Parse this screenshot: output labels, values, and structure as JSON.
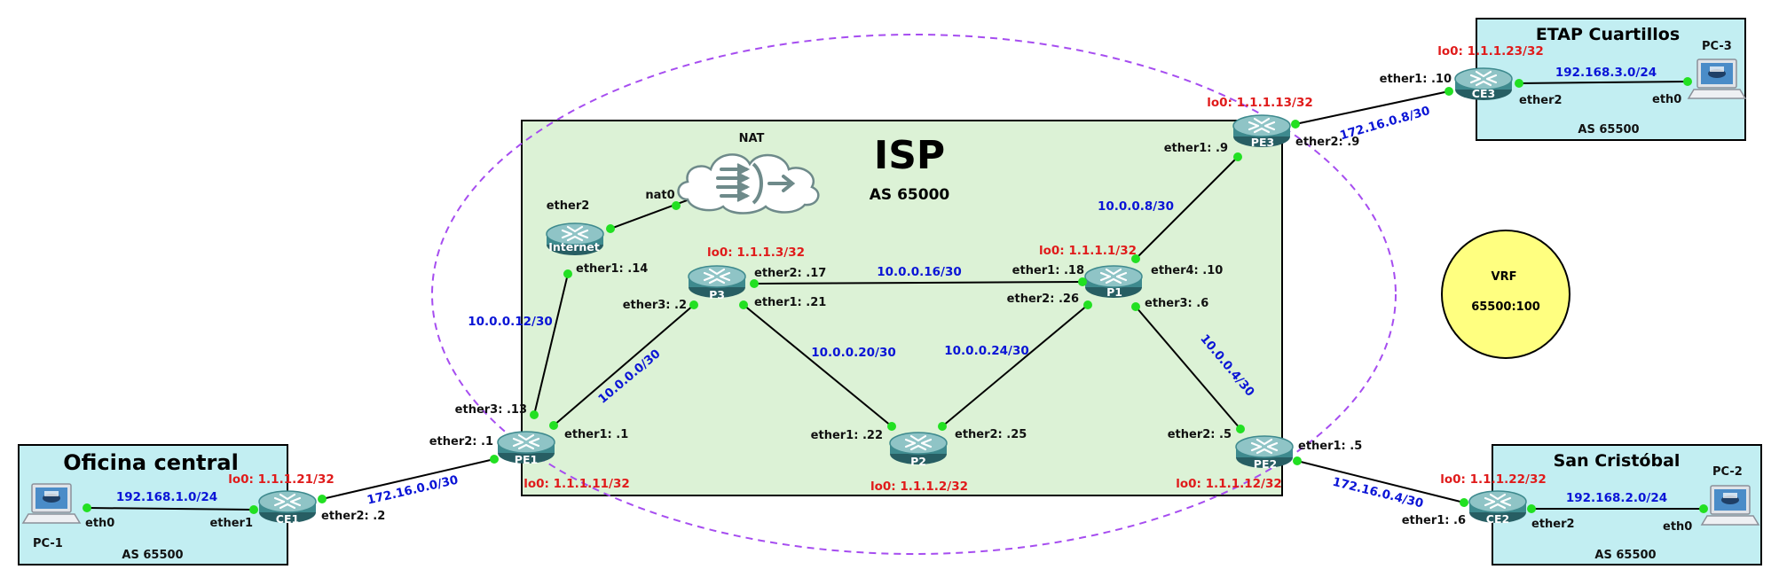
{
  "isp": {
    "title": "ISP",
    "as": "AS 65000"
  },
  "nat": {
    "label": "NAT",
    "iface": "nat0"
  },
  "vrf": {
    "title": "VRF",
    "value": "65500:100"
  },
  "sites": {
    "oficina": {
      "title": "Oficina central",
      "as": "AS 65500",
      "pc": "PC-1",
      "pc_if": "eth0",
      "lan": "192.168.1.0/24"
    },
    "cristobal": {
      "title": "San Cristóbal",
      "as": "AS 65500",
      "pc": "PC-2",
      "pc_if": "eth0",
      "lan": "192.168.2.0/24"
    },
    "cuartillos": {
      "title": "ETAP Cuartillos",
      "as": "AS 65500",
      "pc": "PC-3",
      "pc_if": "eth0",
      "lan": "192.168.3.0/24"
    }
  },
  "routers": {
    "internet": {
      "name": "Internet",
      "if_nat": "ether2",
      "if_pe1": "ether1: .14"
    },
    "p3": {
      "name": "P3",
      "lo": "lo0: 1.1.1.3/32",
      "if_p1": "ether2: .17",
      "if_pe1": "ether3: .2",
      "if_p2": "ether1: .21"
    },
    "p1": {
      "name": "P1",
      "lo": "lo0: 1.1.1.1/32",
      "if_p3": "ether1: .18",
      "if_pe3": "ether4: .10",
      "if_p2": "ether2: .26",
      "if_pe2": "ether3: .6"
    },
    "p2": {
      "name": "P2",
      "lo": "lo0: 1.1.1.2/32",
      "if_p3": "ether1: .22",
      "if_p1": "ether2: .25"
    },
    "pe1": {
      "name": "PE1",
      "lo": "lo0: 1.1.1.11/32",
      "if_internet": "ether3: .13",
      "if_p3": "ether1: .1",
      "if_ce1": "ether2: .1"
    },
    "pe2": {
      "name": "PE2",
      "lo": "lo0: 1.1.1.12/32",
      "if_p1": "ether2: .5",
      "if_ce2": "ether1: .5"
    },
    "pe3": {
      "name": "PE3",
      "lo": "lo0: 1.1.1.13/32",
      "if_p1": "ether1: .9",
      "if_ce3": "ether2: .9"
    },
    "ce1": {
      "name": "CE1",
      "lo": "lo0: 1.1.1.21/32",
      "if_lan": "ether1",
      "if_pe1": "ether2: .2"
    },
    "ce2": {
      "name": "CE2",
      "lo": "lo0: 1.1.1.22/32",
      "if_pe2": "ether1: .6",
      "if_lan": "ether2"
    },
    "ce3": {
      "name": "CE3",
      "lo": "lo0: 1.1.1.23/32",
      "if_pe3": "ether1: .10",
      "if_lan": "ether2"
    }
  },
  "networks": {
    "pe1_internet": "10.0.0.12/30",
    "pe1_p3": "10.0.0.0/30",
    "p3_p1": "10.0.0.16/30",
    "p3_p2": "10.0.0.20/30",
    "p2_p1": "10.0.0.24/30",
    "p1_pe3": "10.0.0.8/30",
    "p1_pe2": "10.0.0.4/30",
    "ce1_pe1": "172.16.0.0/30",
    "pe2_ce2": "172.16.0.4/30",
    "pe3_ce3": "172.16.0.8/30"
  },
  "colors": {
    "isp_fill": "#dcf2d6",
    "site_fill": "#c2eef2",
    "vrf_fill": "#ffff80",
    "ellipse_stroke": "#a64df0",
    "router_body": "#3e8a8e",
    "dot": "#22e022",
    "network_text": "#0a14d6",
    "loopback_text": "#e01b1b"
  }
}
